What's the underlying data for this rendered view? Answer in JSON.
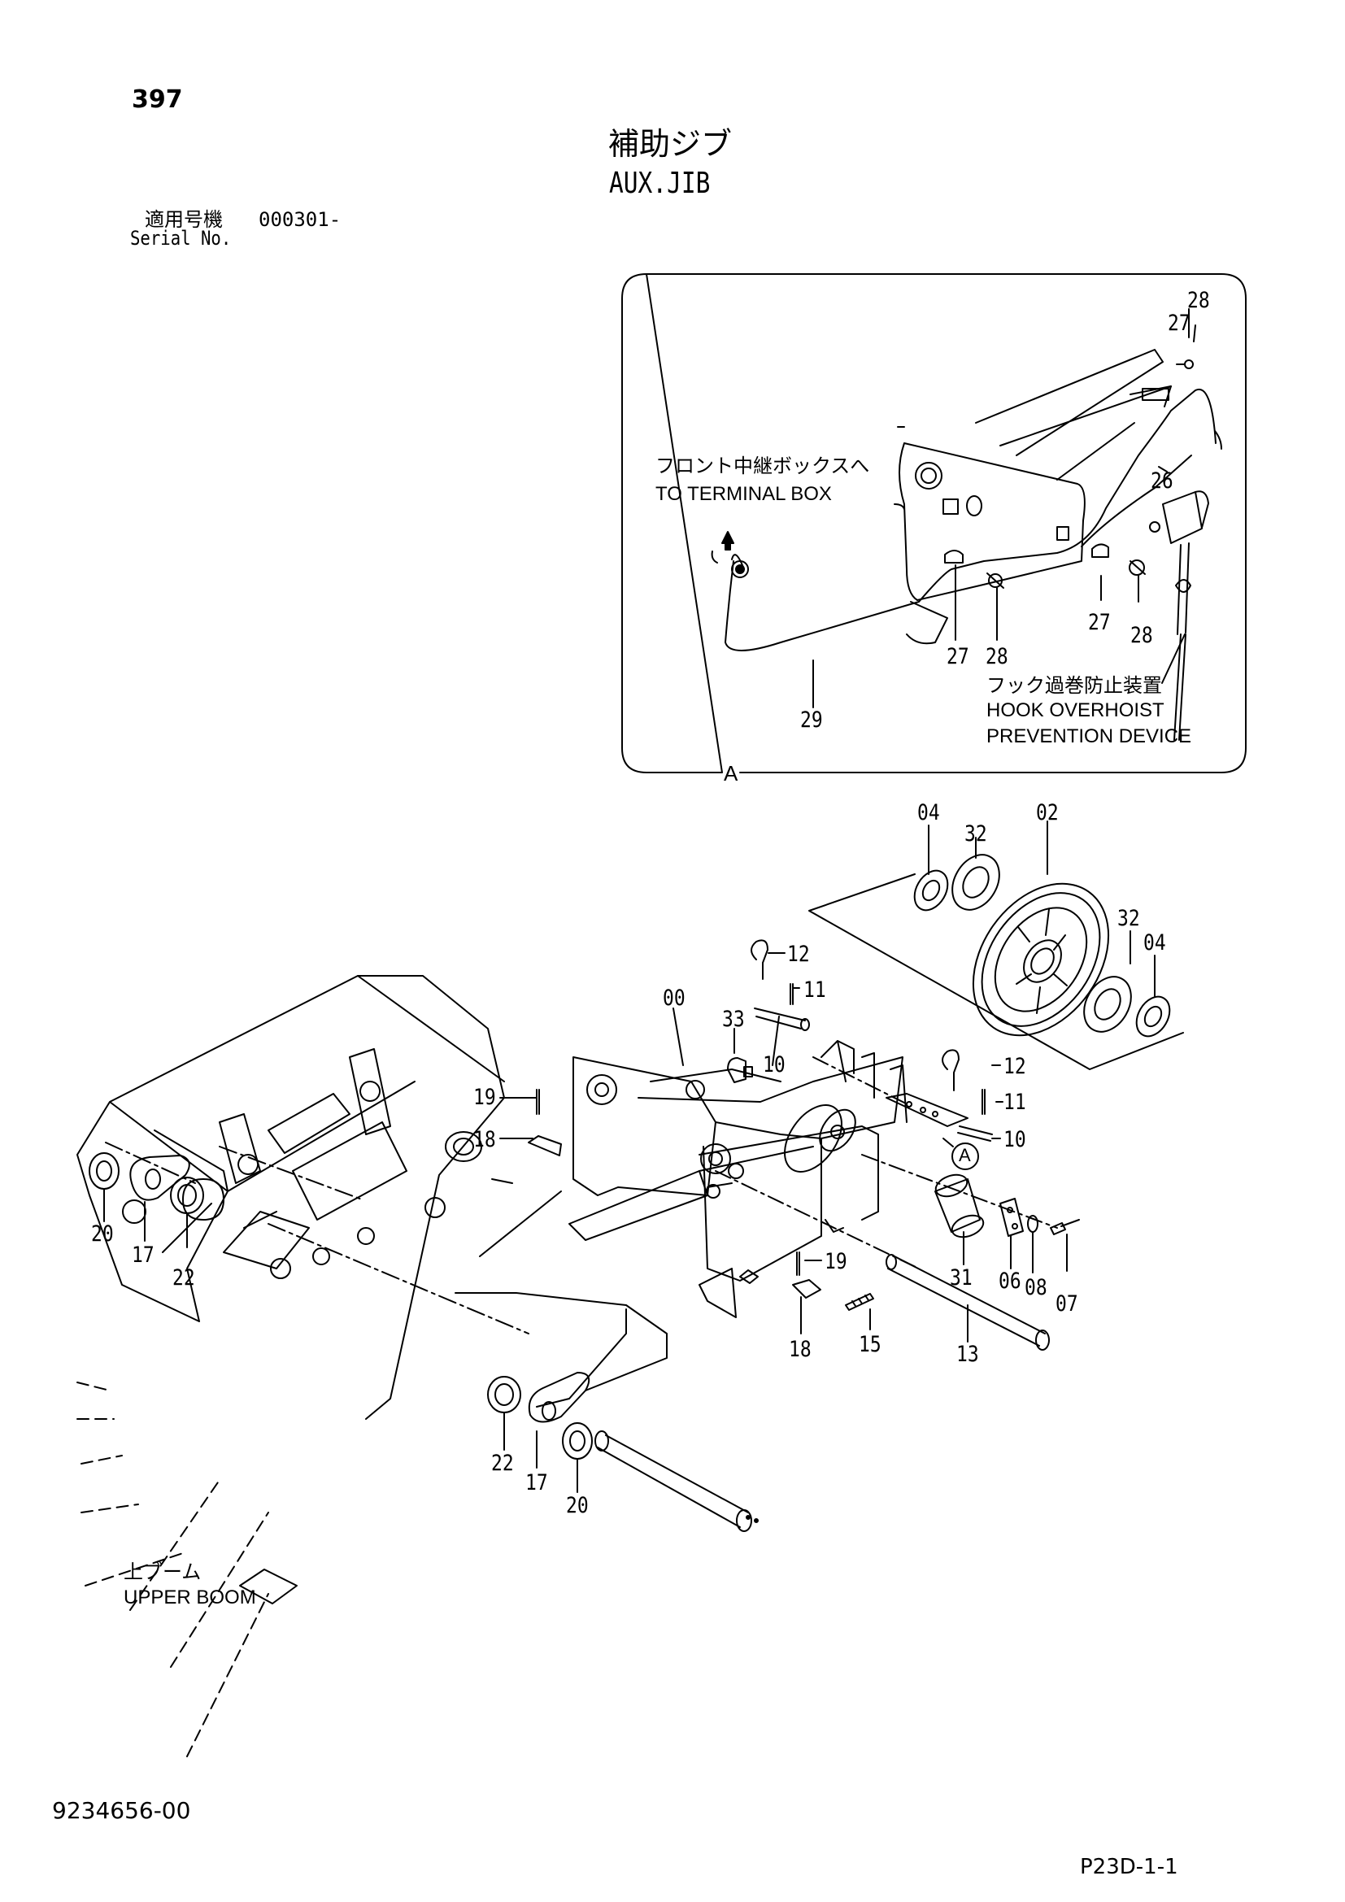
{
  "header": {
    "page_number": "397",
    "title_ja": "補助ジブ",
    "title_en": "AUX.JIB",
    "serial_label_ja": "適用号機",
    "serial_value": "000301-",
    "serial_label_en": "Serial No."
  },
  "detail_a": {
    "view_label": "A",
    "terminal_box_ja": "フロント中継ボックスへ",
    "terminal_box_en": "TO TERMINAL BOX",
    "hook_device_ja": "フック過巻防止装置",
    "hook_device_en_1": "HOOK OVERHOIST",
    "hook_device_en_2": "PREVENTION DEVICE",
    "callouts": [
      "28",
      "27",
      "26",
      "27",
      "28",
      "27",
      "28",
      "29"
    ]
  },
  "main_view": {
    "boom_ja": "上ブーム",
    "boom_en": "UPPER BOOM",
    "view_marker": "A",
    "callouts": [
      "04",
      "32",
      "02",
      "32",
      "04",
      "12",
      "11",
      "00",
      "33",
      "10",
      "12",
      "11",
      "19",
      "18",
      "10",
      "20",
      "17",
      "22",
      "31",
      "06",
      "08",
      "07",
      "19",
      "15",
      "18",
      "13",
      "22",
      "17",
      "20"
    ]
  },
  "footer": {
    "doc_number": "9234656-00",
    "page_code": "P23D-1-1"
  }
}
